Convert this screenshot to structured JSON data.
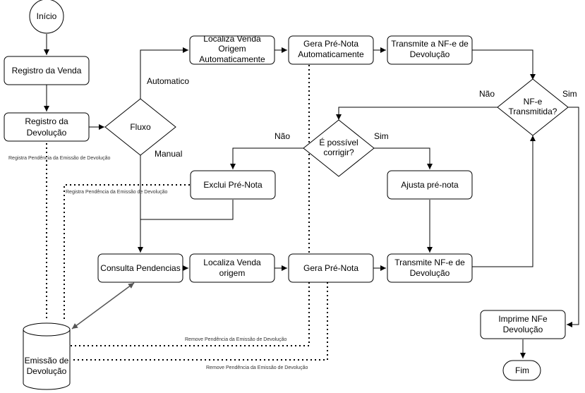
{
  "nodes": {
    "inicio": "Início",
    "registro_venda": "Registro da Venda",
    "registro_devolucao": [
      "Registro da",
      "Devolução"
    ],
    "fluxo": "Fluxo",
    "localiza_auto": [
      "Localiza Venda",
      "Origem",
      "Automaticamente"
    ],
    "gera_pre_auto": [
      "Gera Pré-Nota",
      "Automaticamente"
    ],
    "transmite_top": [
      "Transmite a NF-e de",
      "Devolução"
    ],
    "nfe_transmitida": [
      "NF-e",
      "Transmitida?"
    ],
    "possivel_corrigir": [
      "É possível",
      "corrigir?"
    ],
    "exclui_pre": "Exclui Pré-Nota",
    "ajusta_pre": "Ajusta pré-nota",
    "consulta": "Consulta Pendencias",
    "localiza_origem": [
      "Localiza Venda",
      "origem"
    ],
    "gera_pre": "Gera Pré-Nota",
    "transmite_bottom": [
      "Transmite NF-e de",
      "Devolução"
    ],
    "imprime": [
      "Imprime NFe",
      "Devolução"
    ],
    "fim": "Fim",
    "emissao": [
      "Emissão de",
      "Devolução"
    ]
  },
  "edge_labels": {
    "automatico": "Automatico",
    "manual": "Manual",
    "nao_corrigir": "Não",
    "sim_corrigir": "Sim",
    "nao_transmitida": "Não",
    "sim_transmitida": "Sim"
  },
  "notes": {
    "registra_1": "Registra Pendência da Emissão de Devolução",
    "registra_2": "Registra Pendência da Emissão de Devolução",
    "remove_1": "Remove Pendência da Emissão de Devolução",
    "remove_2": "Remove Pendência da Emissão de Devolução"
  }
}
